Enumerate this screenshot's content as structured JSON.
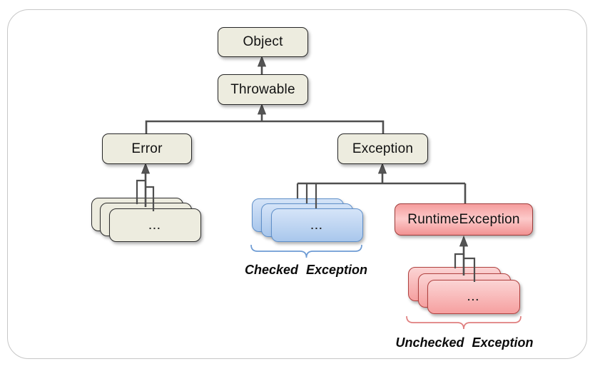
{
  "diagram": {
    "description": "Java exception class hierarchy",
    "nodes": {
      "object": {
        "label": "Object"
      },
      "throwable": {
        "label": "Throwable"
      },
      "error": {
        "label": "Error"
      },
      "exception": {
        "label": "Exception"
      },
      "runtime_exception": {
        "label": "RuntimeException"
      }
    },
    "stacks": {
      "error_subclasses": {
        "ellipsis": "..."
      },
      "checked_subclasses": {
        "ellipsis": "...",
        "caption": "Checked Exception"
      },
      "unchecked_subclasses": {
        "ellipsis": "...",
        "caption": "Unchecked Exception"
      }
    },
    "colors": {
      "node_fill": "#edecdf",
      "node_border": "#262626",
      "runtime_fill_top": "#f59d9d",
      "runtime_fill_mid": "#fccaca",
      "runtime_fill_bottom": "#f29292",
      "runtime_border": "#9e3c3a",
      "blue_card_top": "#d5e4f8",
      "blue_card_bottom": "#a9c7ec",
      "blue_card_border": "#5f8fc9",
      "red_card_top": "#fbd4d4",
      "red_card_bottom": "#f6a0a0",
      "red_card_border": "#b0413f",
      "connector": "#4f4f4f",
      "brace_blue": "#6d9bd4",
      "brace_red": "#e07f7f",
      "frame_border": "#c7c7c7"
    }
  }
}
